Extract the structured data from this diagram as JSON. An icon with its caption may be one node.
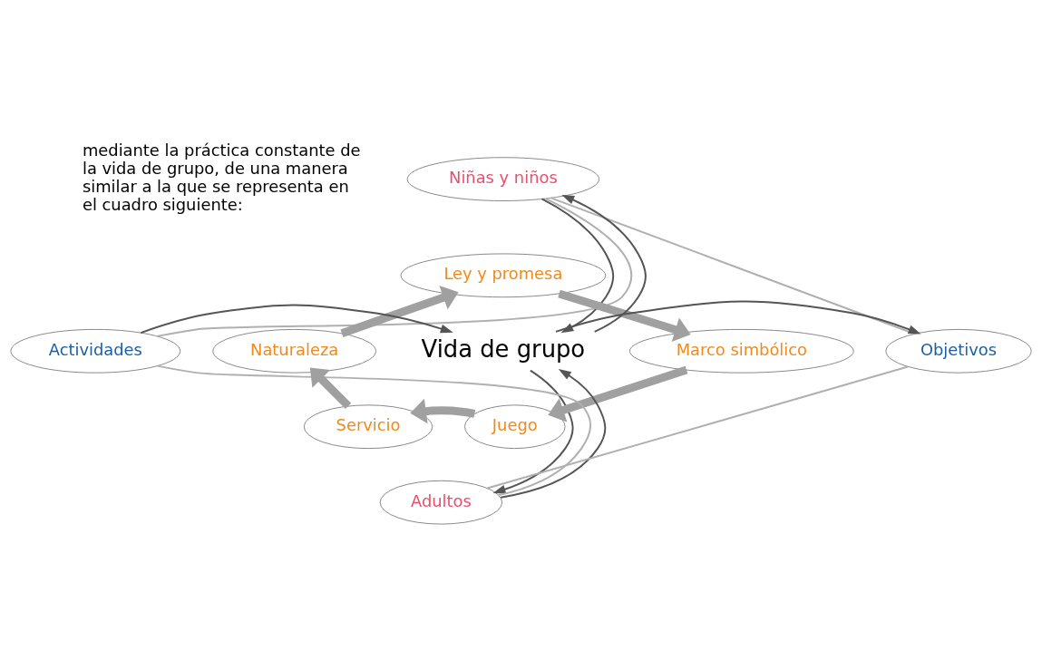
{
  "diagram": {
    "nodes": [
      {
        "text": [
          "Niñas y niños"
        ]
      },
      {
        "text": [
          "Ley y promesa"
        ]
      },
      {
        "text": [
          "Naturaleza"
        ]
      },
      {
        "text": [
          "Vida de grupo"
        ]
      },
      {
        "text": [
          "Marco simbólico"
        ]
      },
      {
        "text": [
          "Actividades"
        ]
      },
      {
        "text": [
          "Objetivos"
        ]
      },
      {
        "text": [
          "Servicio"
        ]
      },
      {
        "text": [
          "Juego"
        ]
      },
      {
        "text": [
          "Adultos"
        ]
      }
    ],
    "edges": [
      {
        "from": 0,
        "to": 5,
        "arrow": "none",
        "color": "#b0b0b0"
      },
      {
        "from": 0,
        "to": 6,
        "arrow": "none",
        "color": "#b0b0b0"
      },
      {
        "from": 5,
        "to": 9,
        "arrow": "none",
        "color": "#b0b0b0"
      },
      {
        "from": 9,
        "to": 6,
        "arrow": "none",
        "color": "#b0b0b0"
      },
      {
        "from": 0,
        "to": 3,
        "arrow": "to",
        "color": "#555555"
      },
      {
        "from": 3,
        "to": 0,
        "arrow": "to",
        "color": "#555555"
      },
      {
        "from": 9,
        "to": 3,
        "arrow": "to",
        "color": "#555555"
      },
      {
        "from": 3,
        "to": 9,
        "arrow": "to",
        "color": "#555555"
      },
      {
        "from": 5,
        "to": 3,
        "arrow": "to",
        "color": "#555555"
      },
      {
        "from": 3,
        "to": 6,
        "arrow": "to",
        "color": "#555555"
      },
      {
        "from": 1,
        "to": 4,
        "arrow": "to",
        "style": "thick"
      },
      {
        "from": 4,
        "to": 8,
        "arrow": "to",
        "style": "thick"
      },
      {
        "from": 8,
        "to": 7,
        "arrow": "to",
        "style": "thick"
      },
      {
        "from": 7,
        "to": 2,
        "arrow": "to",
        "style": "thick"
      },
      {
        "from": 2,
        "to": 1,
        "arrow": "to",
        "style": "thick"
      }
    ],
    "labels": [
      "mediante la práctica constante de la vida de grupo, de una manera similar a la que se representa en el cuadro siguiente:"
    ]
  }
}
